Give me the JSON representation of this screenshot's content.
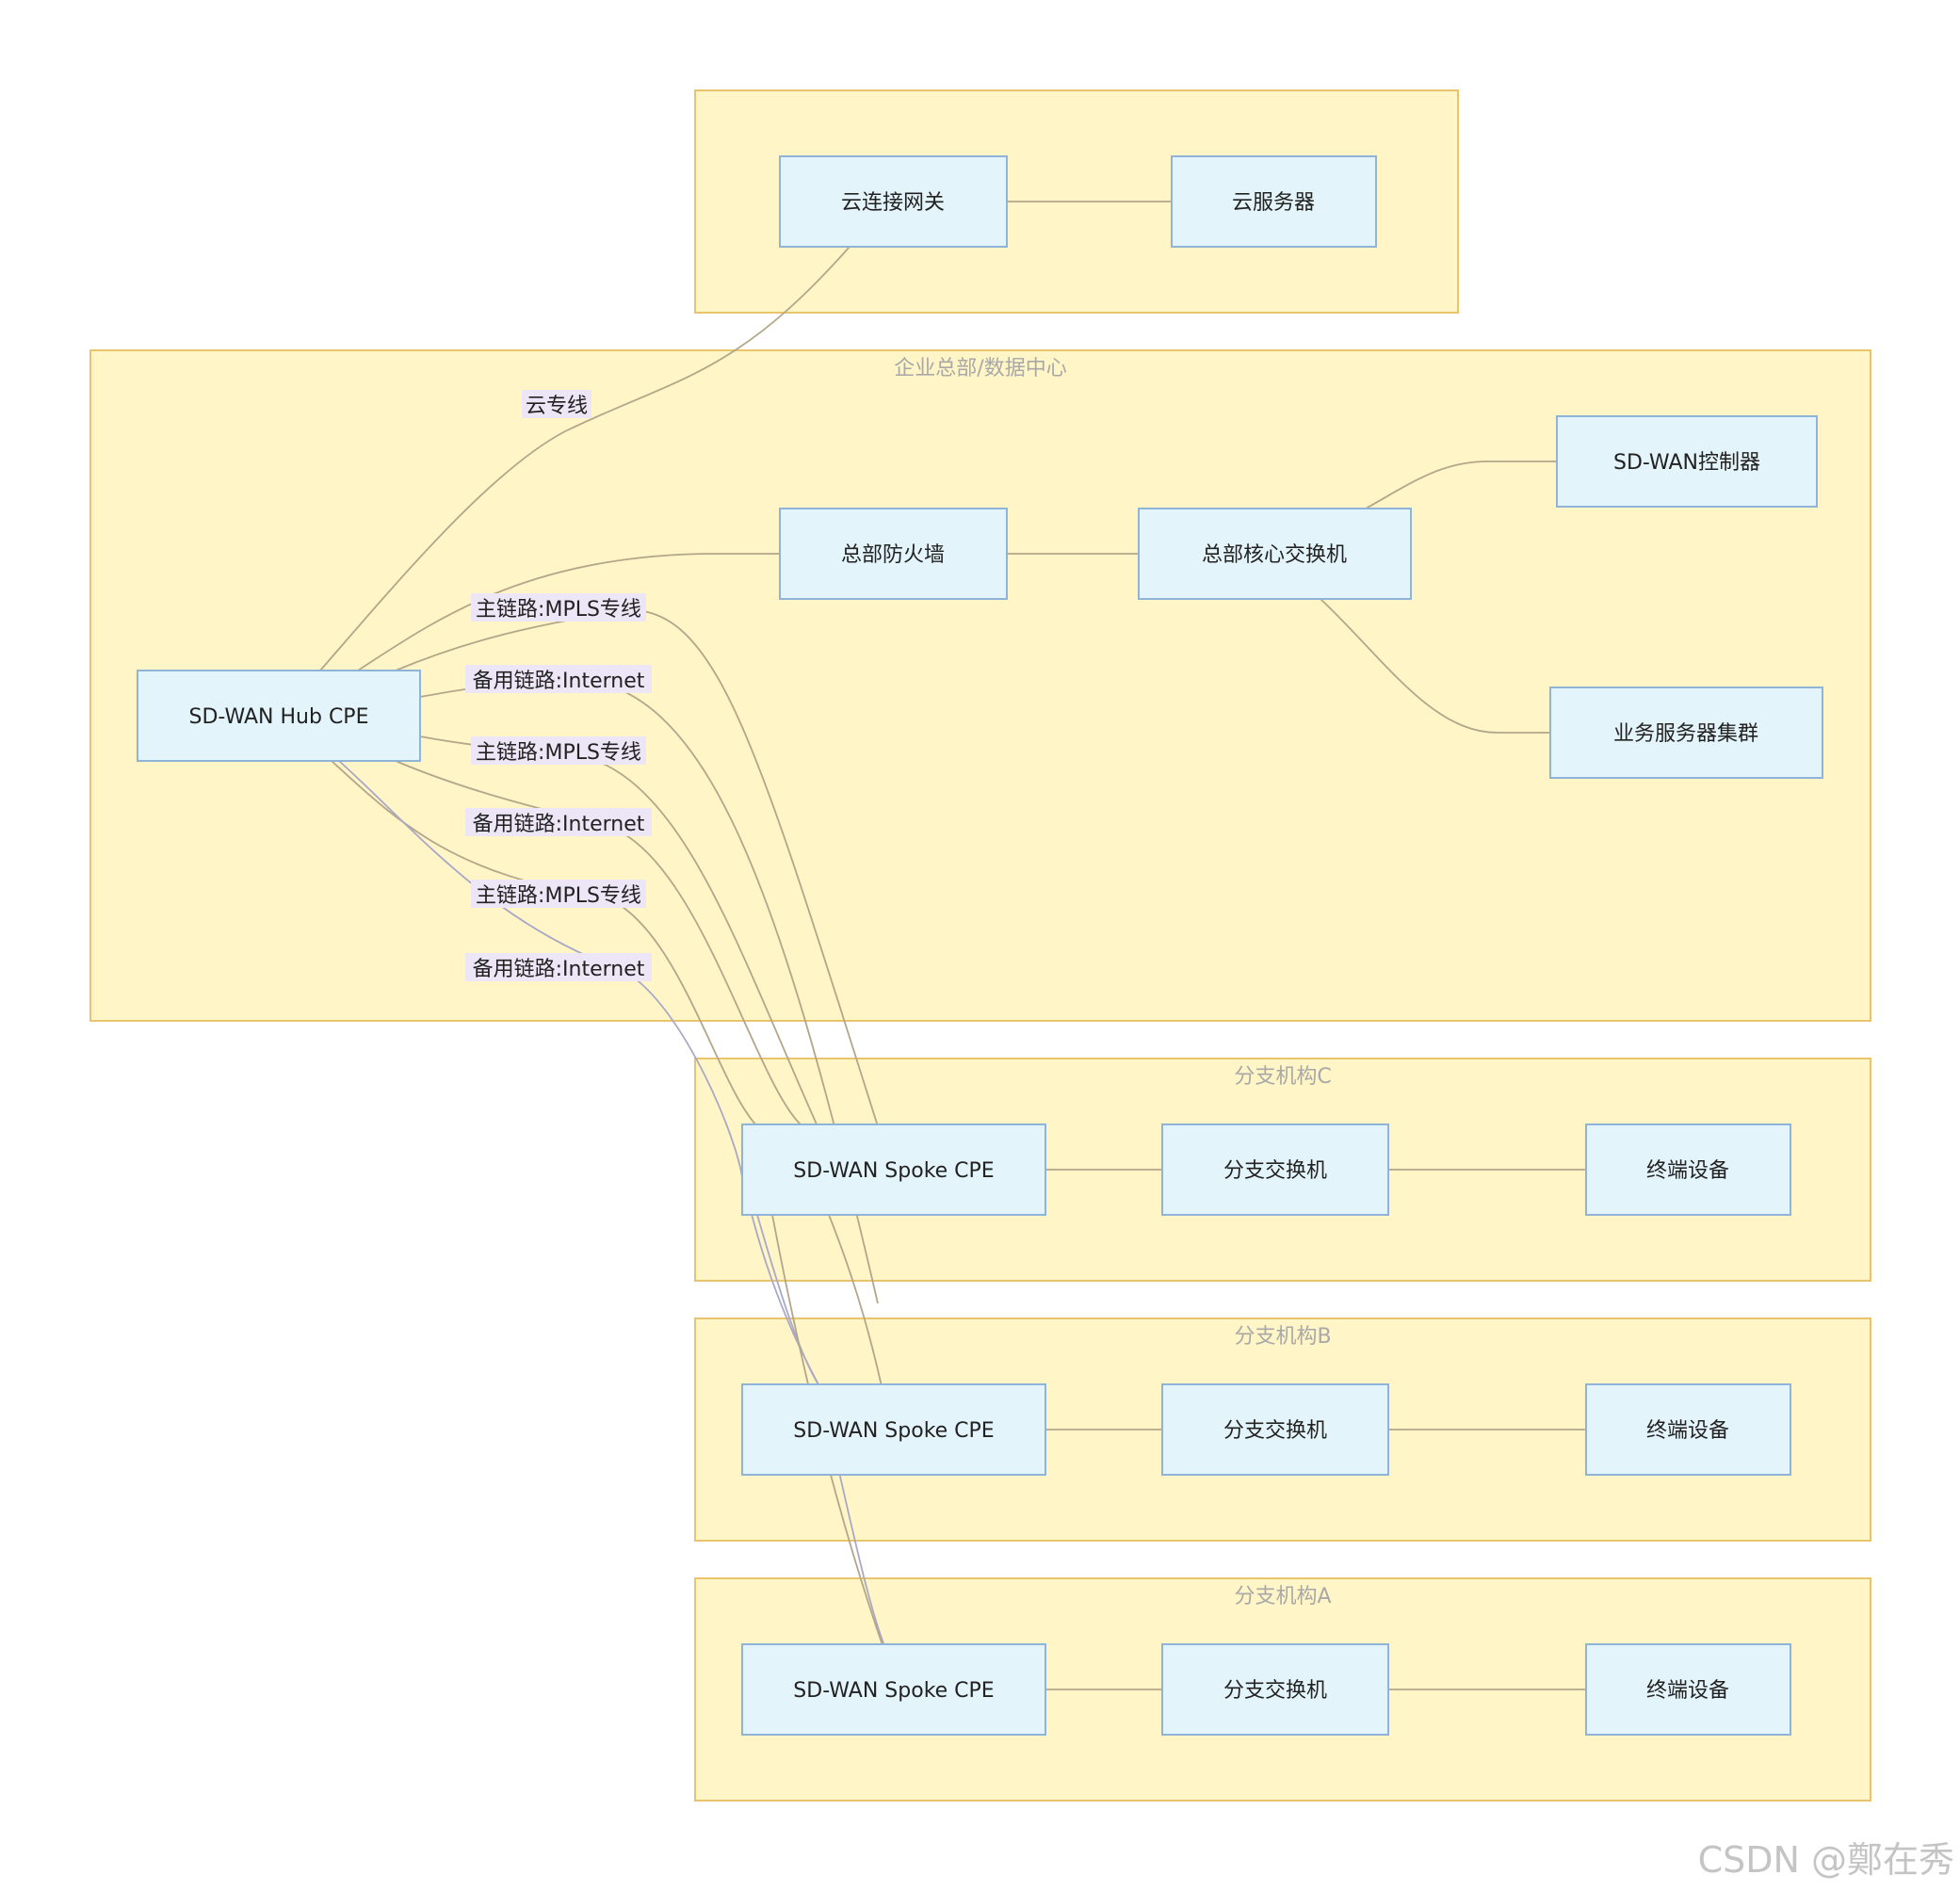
{
  "groups": {
    "cloud": {
      "title": ""
    },
    "hq": {
      "title": "企业总部/数据中心"
    },
    "branch_c": {
      "title": "分支机构C"
    },
    "branch_b": {
      "title": "分支机构B"
    },
    "branch_a": {
      "title": "分支机构A"
    }
  },
  "nodes": {
    "cloud_gateway": "云连接网关",
    "cloud_server": "云服务器",
    "hq_firewall": "总部防火墙",
    "hq_core_switch": "总部核心交换机",
    "sdwan_controller": "SD-WAN控制器",
    "server_cluster": "业务服务器集群",
    "hub_cpe": "SD-WAN Hub CPE",
    "spoke_c": "SD-WAN Spoke CPE",
    "switch_c": "分支交换机",
    "terminal_c": "终端设备",
    "spoke_b": "SD-WAN Spoke CPE",
    "switch_b": "分支交换机",
    "terminal_b": "终端设备",
    "spoke_a": "SD-WAN Spoke CPE",
    "switch_a": "分支交换机",
    "terminal_a": "终端设备"
  },
  "edge_labels": {
    "cloud_line": "云专线",
    "primary_c": "主链路:MPLS专线",
    "backup_c": "备用链路:Internet",
    "primary_b": "主链路:MPLS专线",
    "backup_b": "备用链路:Internet",
    "primary_a": "主链路:MPLS专线",
    "backup_a": "备用链路:Internet"
  },
  "watermark": "CSDN @鄭在秀"
}
